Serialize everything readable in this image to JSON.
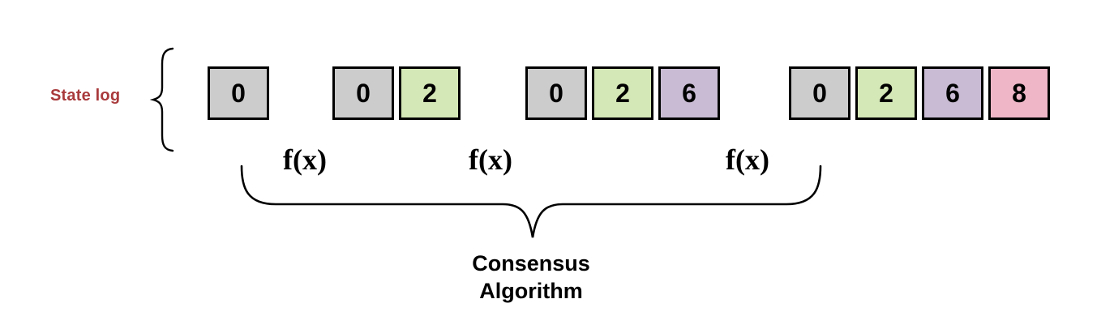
{
  "state_log": {
    "label": "State log",
    "label_color": "#a93a3c",
    "groups": [
      {
        "cells": [
          {
            "value": "0",
            "color": "#cccccc"
          }
        ]
      },
      {
        "cells": [
          {
            "value": "0",
            "color": "#cccccc"
          },
          {
            "value": "2",
            "color": "#d4e7b6"
          }
        ]
      },
      {
        "cells": [
          {
            "value": "0",
            "color": "#cccccc"
          },
          {
            "value": "2",
            "color": "#d4e7b6"
          },
          {
            "value": "6",
            "color": "#c8bbd3"
          }
        ]
      },
      {
        "cells": [
          {
            "value": "0",
            "color": "#cccccc"
          },
          {
            "value": "2",
            "color": "#d4e7b6"
          },
          {
            "value": "6",
            "color": "#c8bbd3"
          },
          {
            "value": "8",
            "color": "#efb6c7"
          }
        ]
      }
    ]
  },
  "function_labels": [
    "f(x)",
    "f(x)",
    "f(x)"
  ],
  "consensus": {
    "line1": "Consensus",
    "line2": "Algorithm"
  },
  "line_color": "#000000"
}
